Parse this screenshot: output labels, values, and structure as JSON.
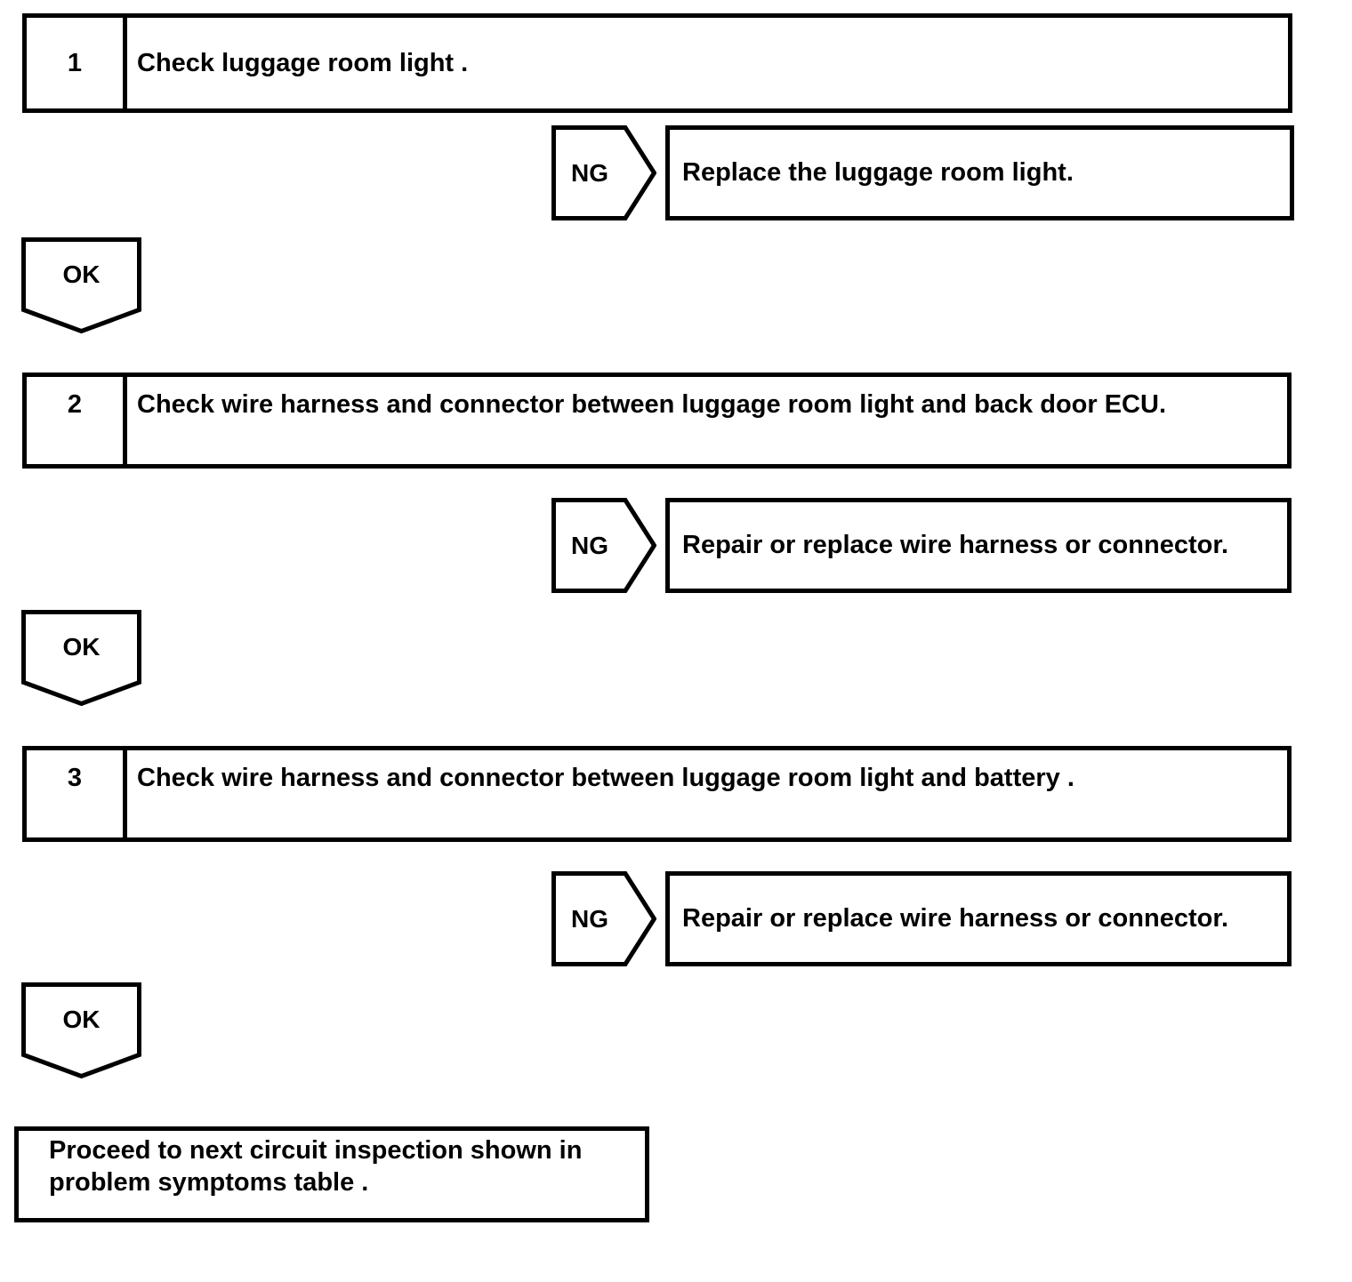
{
  "diagram": {
    "type": "troubleshooting-flowchart",
    "colors": {
      "line": "#000000",
      "background": "#ffffff",
      "text": "#000000"
    },
    "labels": {
      "ng": "NG",
      "ok": "OK"
    },
    "steps": [
      {
        "number": "1",
        "instruction": "Check luggage room light .",
        "ng_action": "Replace the luggage room light."
      },
      {
        "number": "2",
        "instruction": "Check wire harness and connector between luggage room light and back door ECU.",
        "ng_action": "Repair or replace wire harness or connector."
      },
      {
        "number": "3",
        "instruction": "Check wire harness and connector between luggage room light and battery .",
        "ng_action": "Repair or replace wire harness or connector."
      }
    ],
    "end": {
      "text": "Proceed to next circuit inspection shown in problem symptoms table ."
    }
  }
}
